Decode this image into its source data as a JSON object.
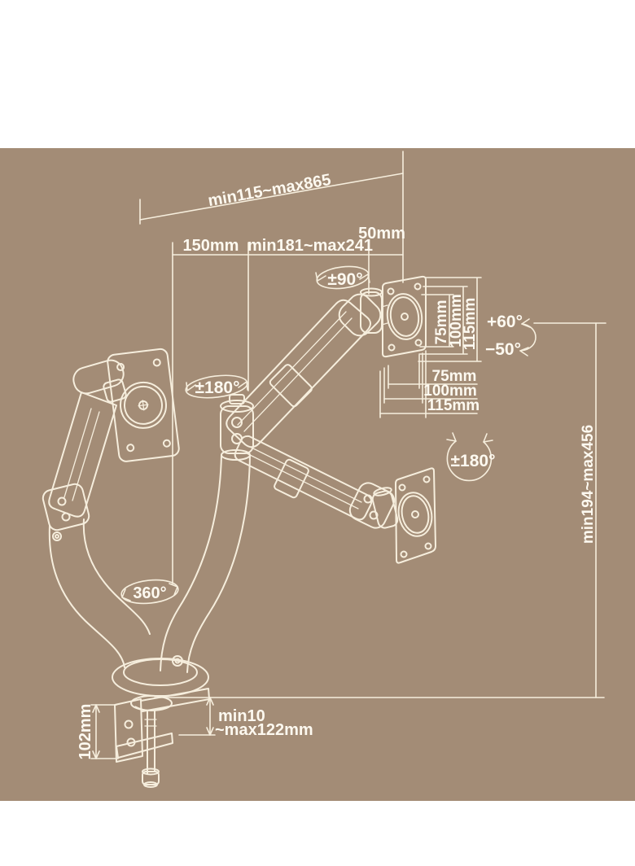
{
  "figure": {
    "type": "technical-line-drawing",
    "subject": "dual-arm gas-spring monitor desk mount dimension diagram",
    "background_color": "#a38c76",
    "line_color": "#f6eedd",
    "text_color": "#fdf9f0"
  },
  "dimensions": {
    "horizontal_reach": "min115~max865",
    "pole_offset": "150mm",
    "arm_extension": "min181~max241",
    "plate_offset": "50mm",
    "vesa_vertical": [
      "75mm",
      "100mm",
      "115mm"
    ],
    "vesa_horizontal": [
      "75mm",
      "100mm",
      "115mm"
    ],
    "height_range": "min194~max456",
    "desk_thickness_line1": "min10",
    "desk_thickness_line2": "~max122mm",
    "clamp_height": "102mm"
  },
  "rotations": {
    "swivel_joint": "±90°",
    "arm_rotation_left": "±180°",
    "arm_rotation_right": "±180°",
    "tilt_up": "+60°",
    "tilt_down": "−50°",
    "base_rotation": "360°"
  }
}
